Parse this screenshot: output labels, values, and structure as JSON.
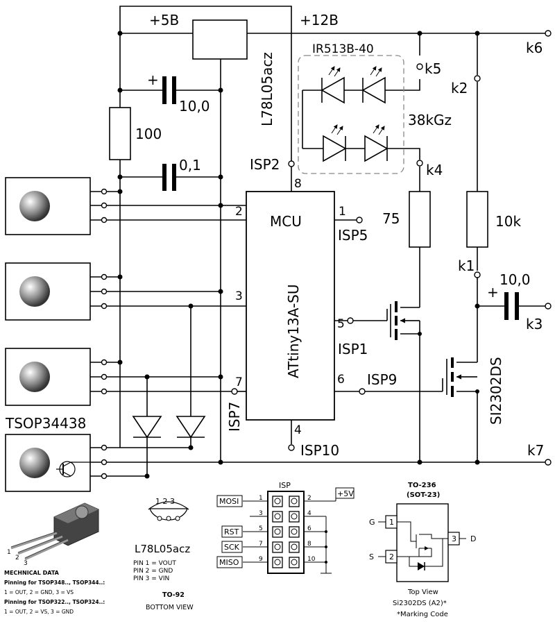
{
  "supply": {
    "v5": "+5В",
    "v12": "+12В"
  },
  "regulator": {
    "name": "L78L05acz"
  },
  "emitter": {
    "name": "IR513B-40",
    "freq": "38kGz"
  },
  "caps": {
    "c1": "10,0",
    "c2": "0,1",
    "c3": "10,0"
  },
  "resistors": {
    "r1": "100",
    "r2": "75",
    "r3": "10k"
  },
  "mcu": {
    "label": "MCU",
    "part": "ATtiny13A-SU",
    "pins": {
      "p1": "1",
      "p2": "2",
      "p3": "3",
      "p4": "4",
      "p5": "5",
      "p6": "6",
      "p7": "7",
      "p8": "8"
    }
  },
  "isp": {
    "isp1": "ISP1",
    "isp2": "ISP2",
    "isp5": "ISP5",
    "isp7": "ISP7",
    "isp9": "ISP9",
    "isp10": "ISP10"
  },
  "connectors": {
    "k1": "k1",
    "k2": "k2",
    "k3": "k3",
    "k4": "k4",
    "k5": "k5",
    "k6": "k6",
    "k7": "k7"
  },
  "mosfet": {
    "name": "SI2302DS"
  },
  "sensor": {
    "name": "TSOP34438"
  },
  "mech": {
    "title": "MECHNICAL DATA",
    "pin_labels": [
      "1",
      "2",
      "3"
    ],
    "line1": "Pinning for TSOP348.., TSOP344..:",
    "line2": "1 = OUT, 2 = GND, 3 = VS",
    "line3": "Pinning for TSOP322.., TSOP324..:",
    "line4": "1 = OUT, 2 = VS, 3 = GND"
  },
  "to92": {
    "pin_nums": "1 2 3",
    "name": "L78L05acz",
    "pin1": "PIN 1 = VOUT",
    "pin2": "PIN 2 = GND",
    "pin3": "PIN 3 = VIN",
    "package": "TO-92",
    "view": "BOTTOM VIEW"
  },
  "isp_header": {
    "title": "ISP",
    "left_pins": [
      "1",
      "3",
      "5",
      "7",
      "9"
    ],
    "right_pins": [
      "2",
      "4",
      "6",
      "8",
      "10"
    ],
    "mosi": "MOSI",
    "rst": "RST",
    "sck": "SCK",
    "miso": "MISO",
    "v5": "+5V"
  },
  "sot23": {
    "title1": "TO-236",
    "title2": "(SOT-23)",
    "g": "G",
    "s": "S",
    "d": "D",
    "pin1": "1",
    "pin2": "2",
    "pin3": "3",
    "view": "Top View",
    "part": "Si2302DS (A2)*",
    "note": "*Marking Code"
  },
  "colors": {
    "line": "#000000",
    "dash": "#888888"
  }
}
